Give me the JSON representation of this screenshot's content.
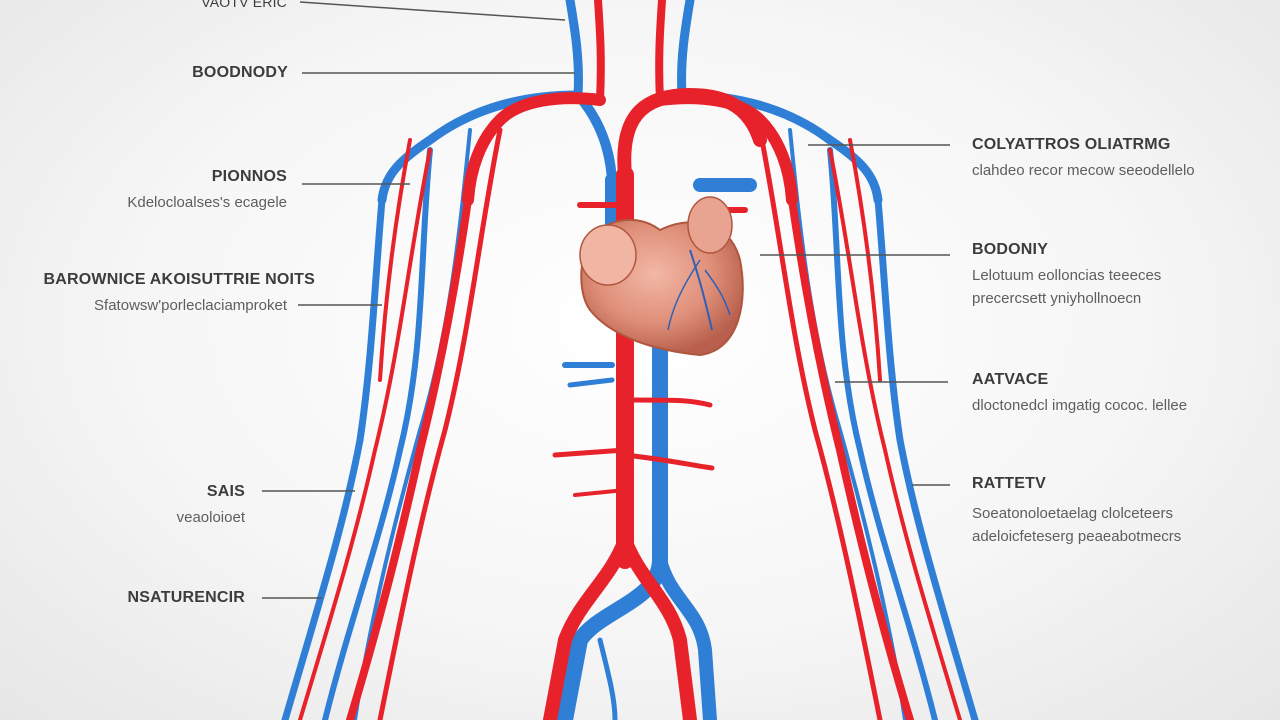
{
  "labels_left": [
    {
      "title": "VAOTV ERIC",
      "subtitle": ""
    },
    {
      "title": "BOODNODY",
      "subtitle": ""
    },
    {
      "title": "PIONNOS",
      "subtitle": "Kdelocloalses's ecagele"
    },
    {
      "title": "BAROWNICE AKOISUTTRIE NOITS",
      "subtitle": "Sfatowsw'porleclaciamproket"
    },
    {
      "title": "SAIS",
      "subtitle": "veaoloioet"
    },
    {
      "title": "NSATURENCIR",
      "subtitle": ""
    }
  ],
  "labels_right": [
    {
      "title": "COLYATTROS OLIATRMG",
      "lines": [
        "clahdeo recor mecow seeodellelo"
      ]
    },
    {
      "title": "BODONIY",
      "lines": [
        "Lelotuum eolloncias teeeces",
        "precercsett yniyhollnoecn"
      ]
    },
    {
      "title": "AATVACE",
      "lines": [
        "dloctonedcl imgatig cococ. lellee"
      ]
    },
    {
      "title": "RATTETV",
      "lines": [
        "Soeatonoloetaelag clolceteers",
        "adeloicfeteserg peaeabotmecrs"
      ]
    }
  ],
  "colors": {
    "artery": "#e8222b",
    "vein": "#2f7fd6",
    "heart": "#e0907a",
    "leader": "#555555"
  }
}
